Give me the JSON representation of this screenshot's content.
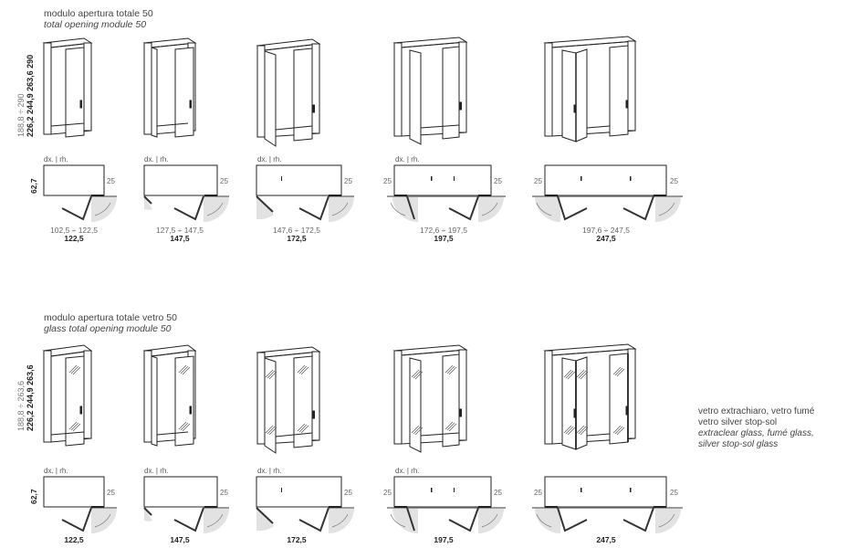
{
  "sections": [
    {
      "id": "standard",
      "title_it": "modulo apertura totale 50",
      "title_en": "total opening module 50",
      "height_range": "188,8 ÷ 290",
      "heights": [
        "226,2",
        "244,9",
        "263,6",
        "290"
      ],
      "depth": "62,7",
      "glass": false,
      "modules": [
        {
          "handing": "dx. | rh.",
          "side_left": "",
          "side_right": "25",
          "range": "102,5 ÷ 122,5",
          "width": "122,5"
        },
        {
          "handing": "dx. | rh.",
          "side_left": "",
          "side_right": "25",
          "range": "127,5 ÷ 147,5",
          "width": "147,5"
        },
        {
          "handing": "dx. | rh.",
          "side_left": "",
          "side_right": "25",
          "range": "147,6 ÷ 172,5",
          "width": "172,5"
        },
        {
          "handing": "dx. | rh.",
          "side_left": "25",
          "side_right": "25",
          "range": "172,6 ÷ 197,5",
          "width": "197,5"
        },
        {
          "handing": "",
          "side_left": "25",
          "side_right": "25",
          "range": "197,6 ÷ 247,5",
          "width": "247,5"
        }
      ]
    },
    {
      "id": "glass",
      "title_it": "modulo apertura totale vetro 50",
      "title_en": "glass total opening module 50",
      "height_range": "188,8 ÷ 263,6",
      "heights": [
        "226,2",
        "244,9",
        "263,6"
      ],
      "depth": "62,7",
      "glass": true,
      "modules": [
        {
          "handing": "dx. | rh.",
          "side_left": "",
          "side_right": "25",
          "range": "",
          "width": "122,5"
        },
        {
          "handing": "dx. | rh.",
          "side_left": "",
          "side_right": "25",
          "range": "",
          "width": "147,5"
        },
        {
          "handing": "dx. | rh.",
          "side_left": "",
          "side_right": "25",
          "range": "",
          "width": "172,5"
        },
        {
          "handing": "dx. | rh.",
          "side_left": "25",
          "side_right": "25",
          "range": "",
          "width": "197,5"
        },
        {
          "handing": "",
          "side_left": "25",
          "side_right": "25",
          "range": "",
          "width": "247,5"
        }
      ]
    }
  ],
  "glass_note": {
    "line1_it": "vetro extrachiaro, vetro fumé",
    "line2_it": "vetro silver stop-sol",
    "line1_en": "extraclear glass, fumé glass,",
    "line2_en": "silver stop-sol glass"
  },
  "colors": {
    "line": "#222222",
    "swing_fill": "#e2e2e2",
    "wall": "#999999",
    "text_light": "#777777"
  }
}
